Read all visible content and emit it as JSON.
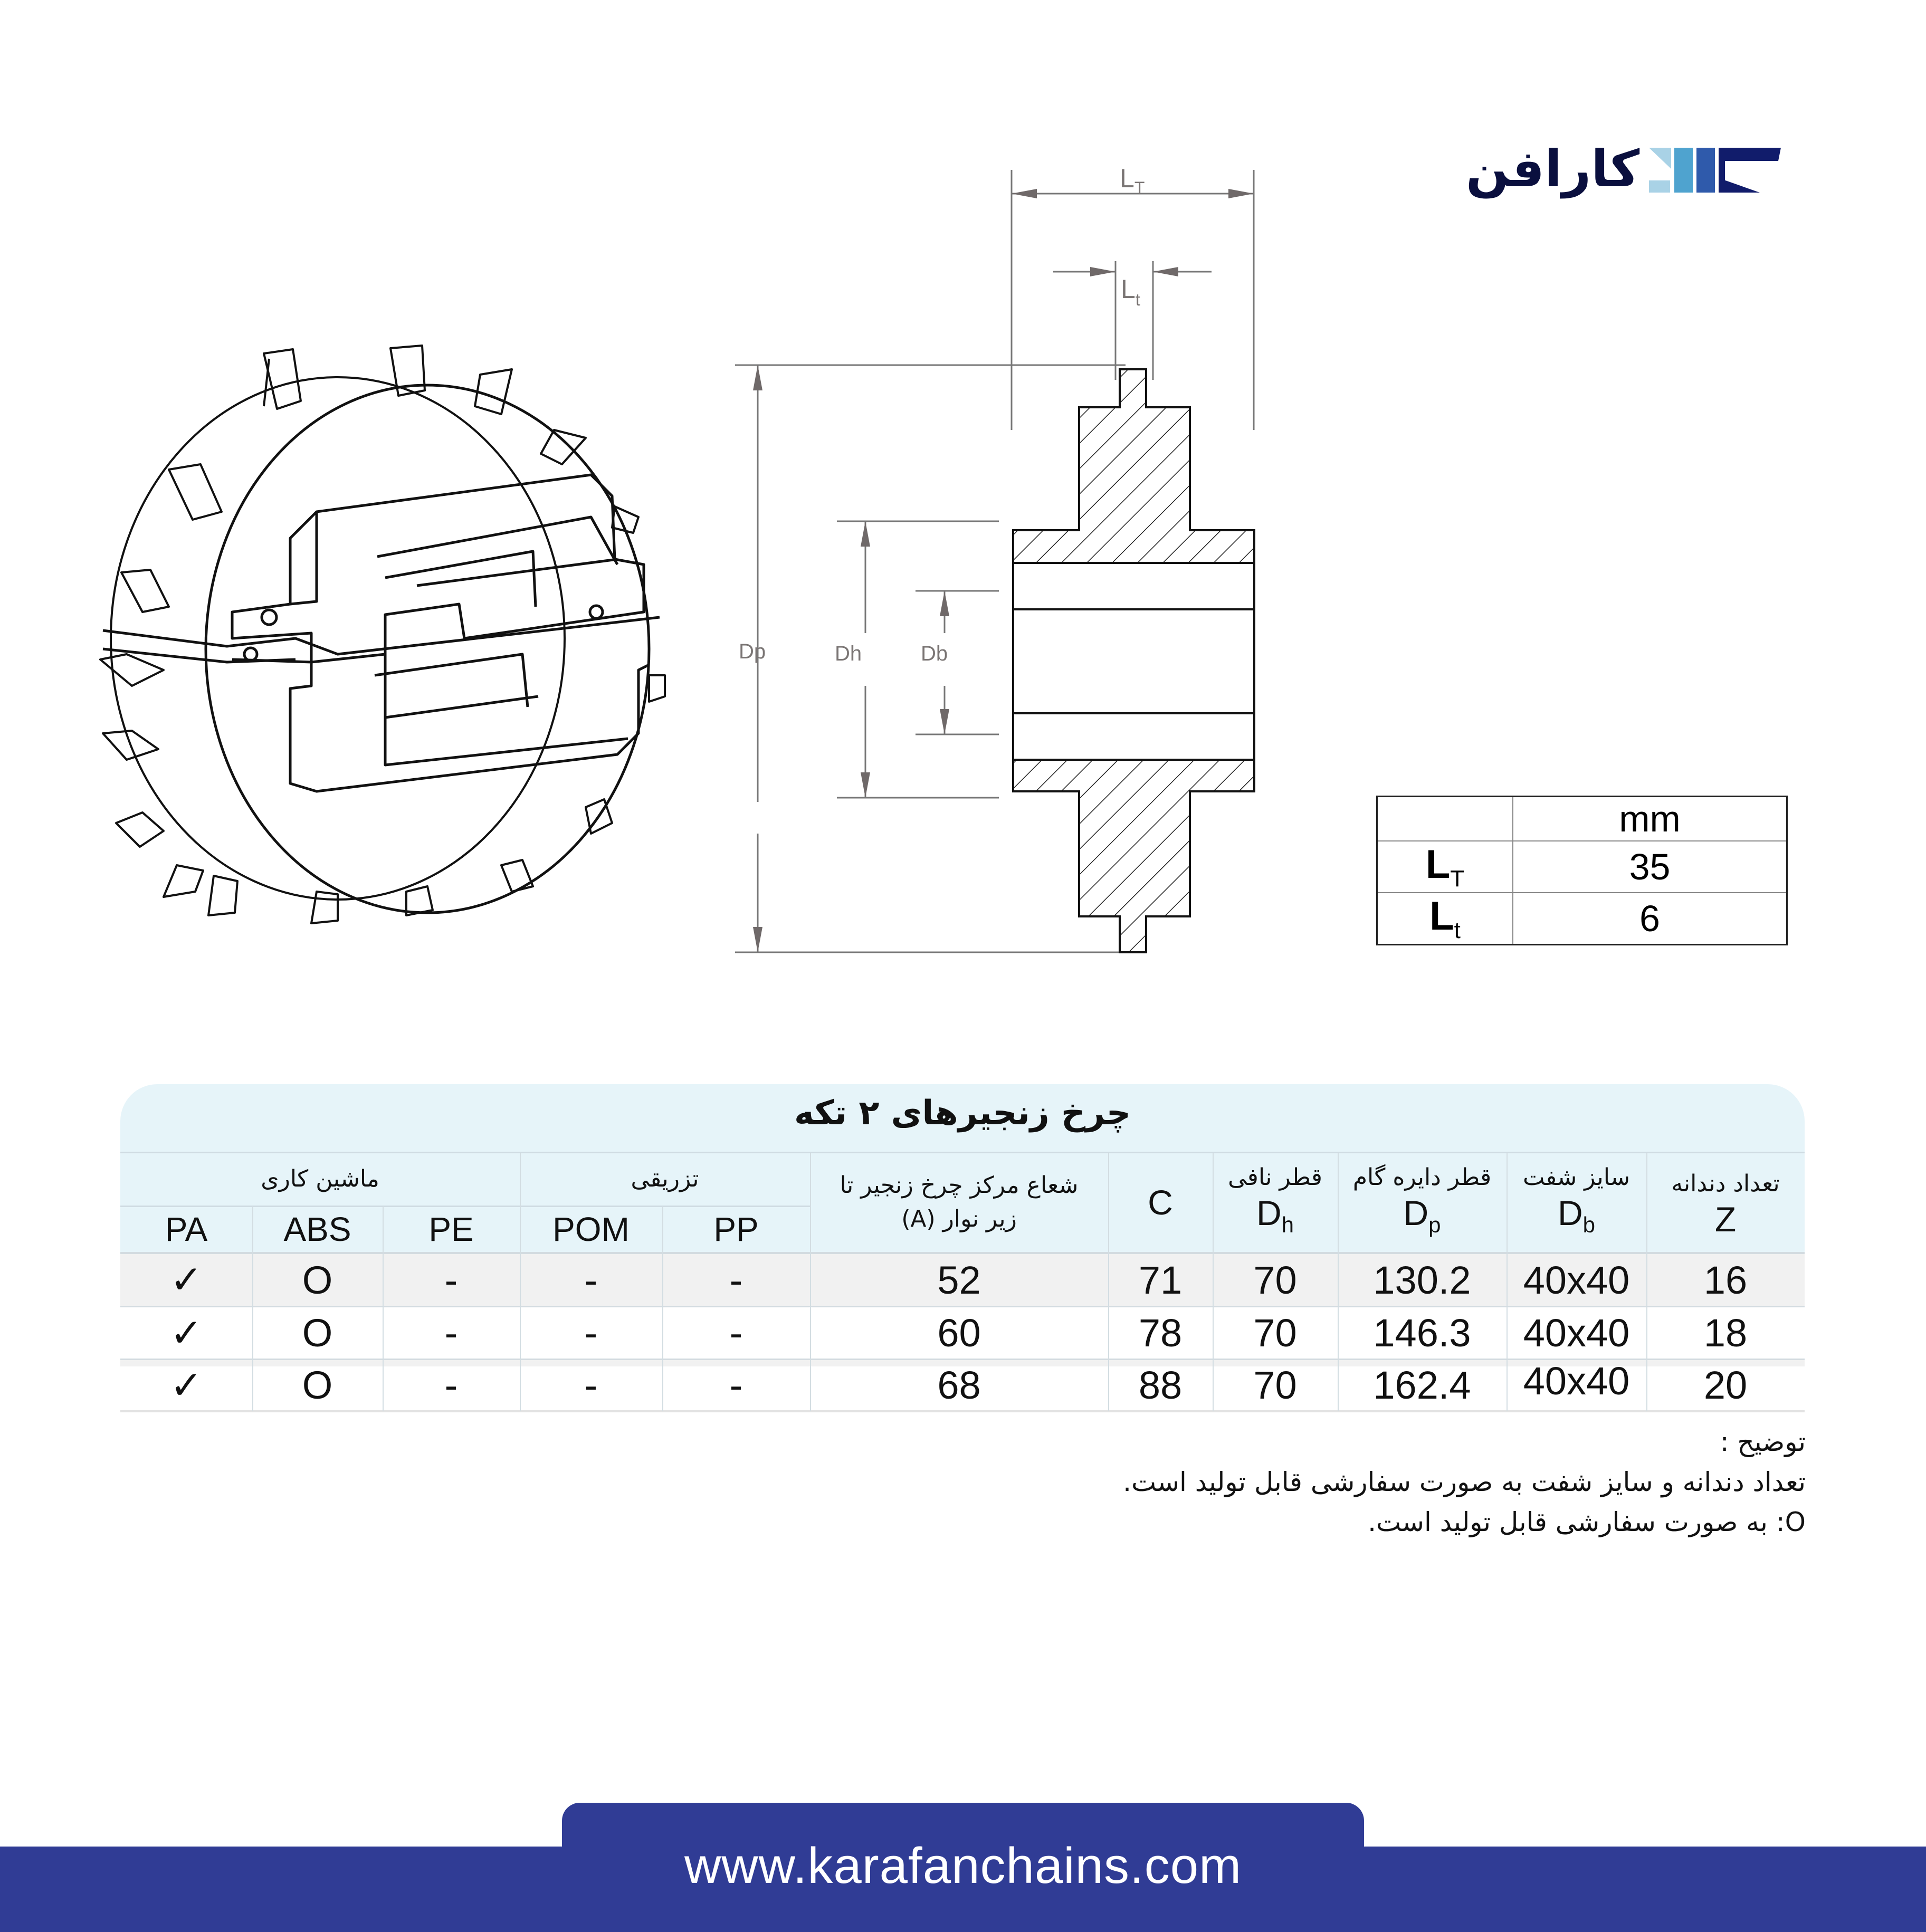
{
  "brand": {
    "logo_text": "کارافن",
    "logo_mark_colors": [
      "#a9d2e6",
      "#4fa3cf",
      "#2f5aab",
      "#111c6b"
    ],
    "logo_text_color": "#0a0f3e"
  },
  "drawing": {
    "labels": {
      "LT": "L",
      "LT_sub": "T",
      "Lt": "L",
      "Lt_sub": "t",
      "Dp": "Dp",
      "Dh": "Dh",
      "Db": "Db"
    }
  },
  "dimension_table": {
    "unit_header": "mm",
    "rows": [
      {
        "key": "L",
        "sub": "T",
        "value": "35"
      },
      {
        "key": "L",
        "sub": "t",
        "value": "6"
      }
    ]
  },
  "spec_table": {
    "title": "چرخ زنجیرهای ۲ تکه",
    "columns": {
      "teeth": {
        "label": "تعداد دندانه",
        "symbol": "Z",
        "sub": ""
      },
      "shaft": {
        "label": "سایز شفت",
        "symbol": "D",
        "sub": "b"
      },
      "pitch": {
        "label": "قطر دایره گام",
        "symbol": "D",
        "sub": "p"
      },
      "hub": {
        "label": "قطر نافی",
        "symbol": "D",
        "sub": "h"
      },
      "c": {
        "label": "C"
      },
      "radius": {
        "label_line1": "شعاع مرکز چرخ زنجیر تا",
        "label_line2": "زیر نوار (A)"
      },
      "injection_group": "تزریقی",
      "machining_group": "ماشین کاری",
      "materials": [
        "PP",
        "POM",
        "PE",
        "ABS",
        "PA"
      ]
    },
    "rows": [
      {
        "Z": "16",
        "Db": "40x40",
        "Dp": "130.2",
        "Dh": "70",
        "C": "71",
        "A": "52",
        "PP": "-",
        "POM": "-",
        "PE": "-",
        "ABS": "O",
        "PA": "✓"
      },
      {
        "Z": "18",
        "Db": "40x40",
        "Dp": "146.3",
        "Dh": "70",
        "C": "78",
        "A": "60",
        "PP": "-",
        "POM": "-",
        "PE": "-",
        "ABS": "O",
        "PA": "✓"
      },
      {
        "Z": "20",
        "Db": "40x40",
        "Dp": "162.4",
        "Dh": "70",
        "C": "88",
        "A": "68",
        "PP": "-",
        "POM": "-",
        "PE": "-",
        "ABS": "O",
        "PA": "✓"
      }
    ],
    "header_bg": "#e6f4f9",
    "striped_row_bg": "#f1f1f1"
  },
  "notes": {
    "heading": "توضیح :",
    "line1": "تعداد دندانه و سایز شفت به صورت سفارشی قابل تولید است.",
    "line2": "O: به صورت سفارشی قابل تولید است."
  },
  "footer": {
    "url": "www.karafanchains.com",
    "bg_color": "#303c95"
  }
}
